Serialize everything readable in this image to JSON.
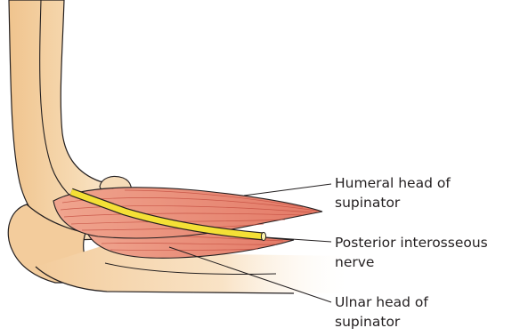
{
  "labels": {
    "humeral_head": {
      "line1": "Humeral head of",
      "line2": "supinator"
    },
    "nerve": {
      "line1": "Posterior interosseous",
      "line2": "nerve"
    },
    "ulnar_head": {
      "line1": "Ulnar head of",
      "line2": "supinator"
    }
  },
  "colors": {
    "bone": "#f6dcb8",
    "bone_shadow": "#f0c48e",
    "muscle": "#e8907c",
    "muscle_dark": "#c24a3d",
    "nerve": "#f4e036",
    "outline": "#231f20"
  }
}
